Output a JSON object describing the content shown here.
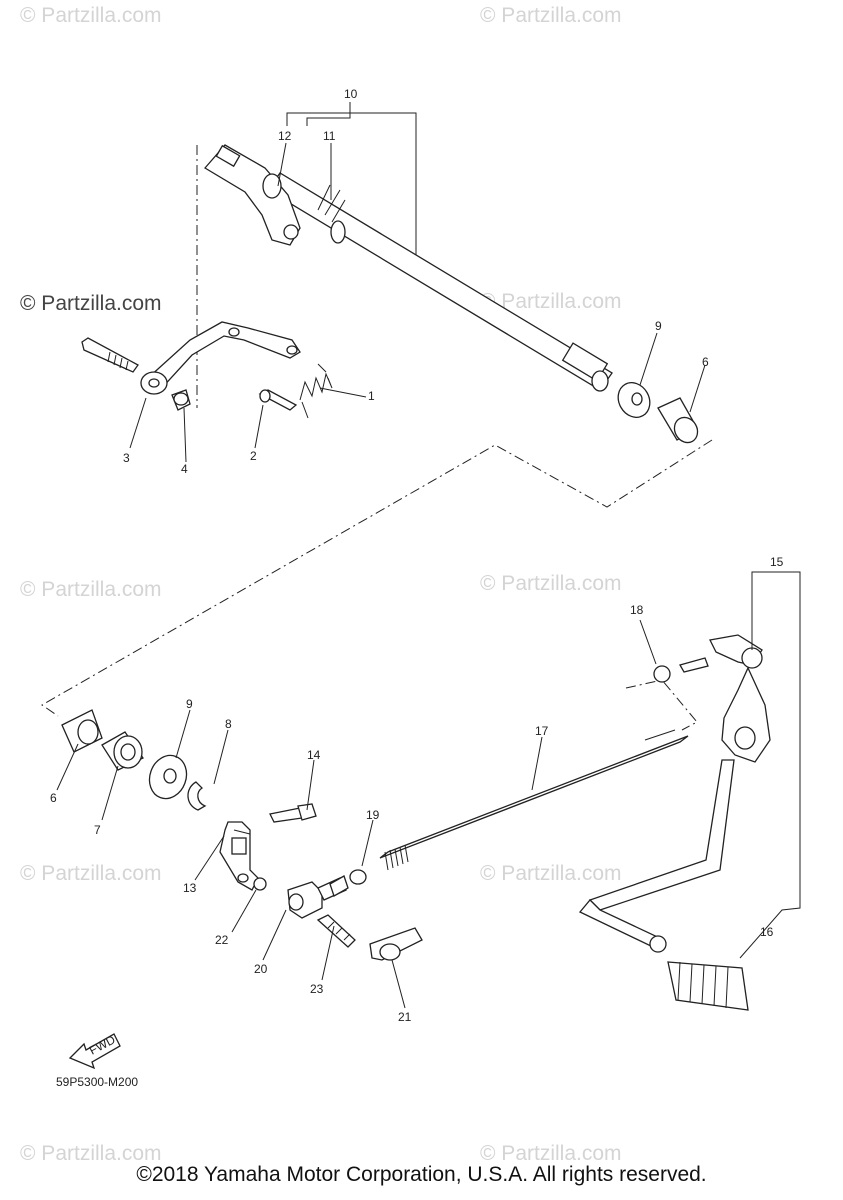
{
  "watermark_text": "© Partzilla.com",
  "diagram_code": "59P5300-M200",
  "fwd_label": "FWD",
  "copyright": "©2018 Yamaha Motor Corporation, U.S.A. All rights reserved.",
  "callouts": {
    "c1": "1",
    "c2": "2",
    "c3": "3",
    "c4": "4",
    "c6a": "6",
    "c6b": "6",
    "c7": "7",
    "c8": "8",
    "c9a": "9",
    "c9b": "9",
    "c10": "10",
    "c11": "11",
    "c12": "12",
    "c13": "13",
    "c14": "14",
    "c15": "15",
    "c16": "16",
    "c17": "17",
    "c18": "18",
    "c19": "19",
    "c20": "20",
    "c21": "21",
    "c22": "22",
    "c23": "23"
  }
}
